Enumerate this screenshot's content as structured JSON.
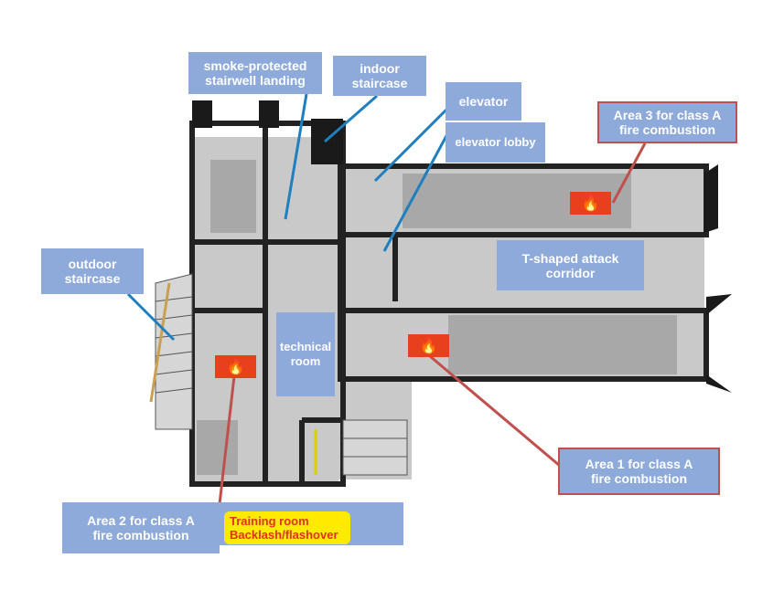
{
  "labels": {
    "smoke_protected": "smoke-protected stairwell landing",
    "indoor_staircase": "indoor staircase",
    "elevator": "elevator",
    "elevator_lobby": "elevator lobby",
    "area3": "Area 3 for class A fire combustion",
    "t_corridor": "T-shaped attack corridor",
    "technical_room": "technical room",
    "outdoor_staircase": "outdoor staircase",
    "area1": "Area 1 for class A fire combustion",
    "area2": "Area 2 for class A fire combustion",
    "training_room": "Training room Backlash/flashover"
  },
  "icons": {
    "fire": "fire-icon"
  },
  "colors": {
    "label_bg": "#8eaadb",
    "pointer_blue": "#1f7fbf",
    "pointer_red": "#c0504d",
    "fire": "#e8401c",
    "highlight": "#ffea00"
  }
}
